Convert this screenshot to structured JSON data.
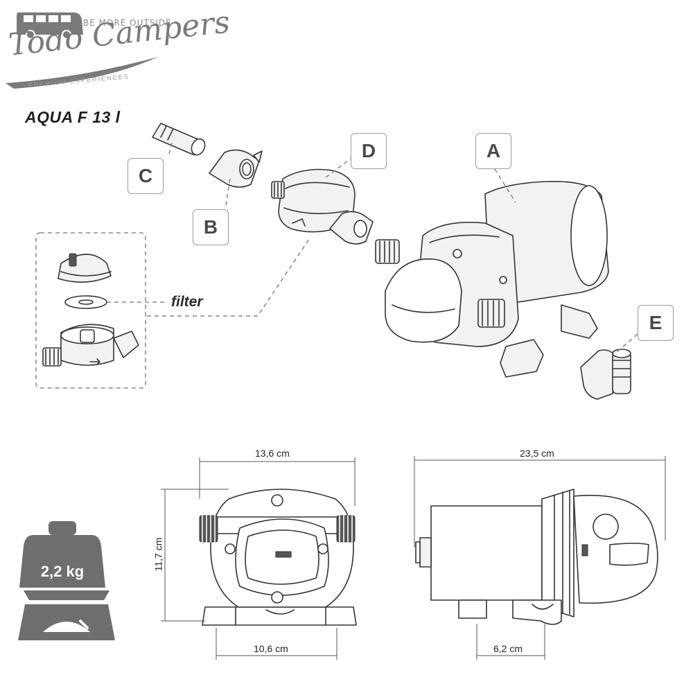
{
  "brand": {
    "name": "Todo Campers",
    "tagline": "BE MORE OUTSIDE",
    "subtitle": "PREMIUM EXPERIENCES"
  },
  "title": "AQUA F 13 l",
  "callouts": [
    "A",
    "B",
    "C",
    "D",
    "E"
  ],
  "filter_label": "filter",
  "dimensions": {
    "front_width": "13,6 cm",
    "front_height": "11,7 cm",
    "front_base": "10,6 cm",
    "side_length": "23,5 cm",
    "side_base": "6,2 cm"
  },
  "weight": "2,2 kg",
  "icons": [
    "van-icon",
    "weight-icon"
  ],
  "colors": {
    "outline": "#333333",
    "dashed": "#8a8a8a",
    "fill_light": "#f2f2f2",
    "weight_icon": "#6e6e6e",
    "logo": "#7a7a7a"
  }
}
